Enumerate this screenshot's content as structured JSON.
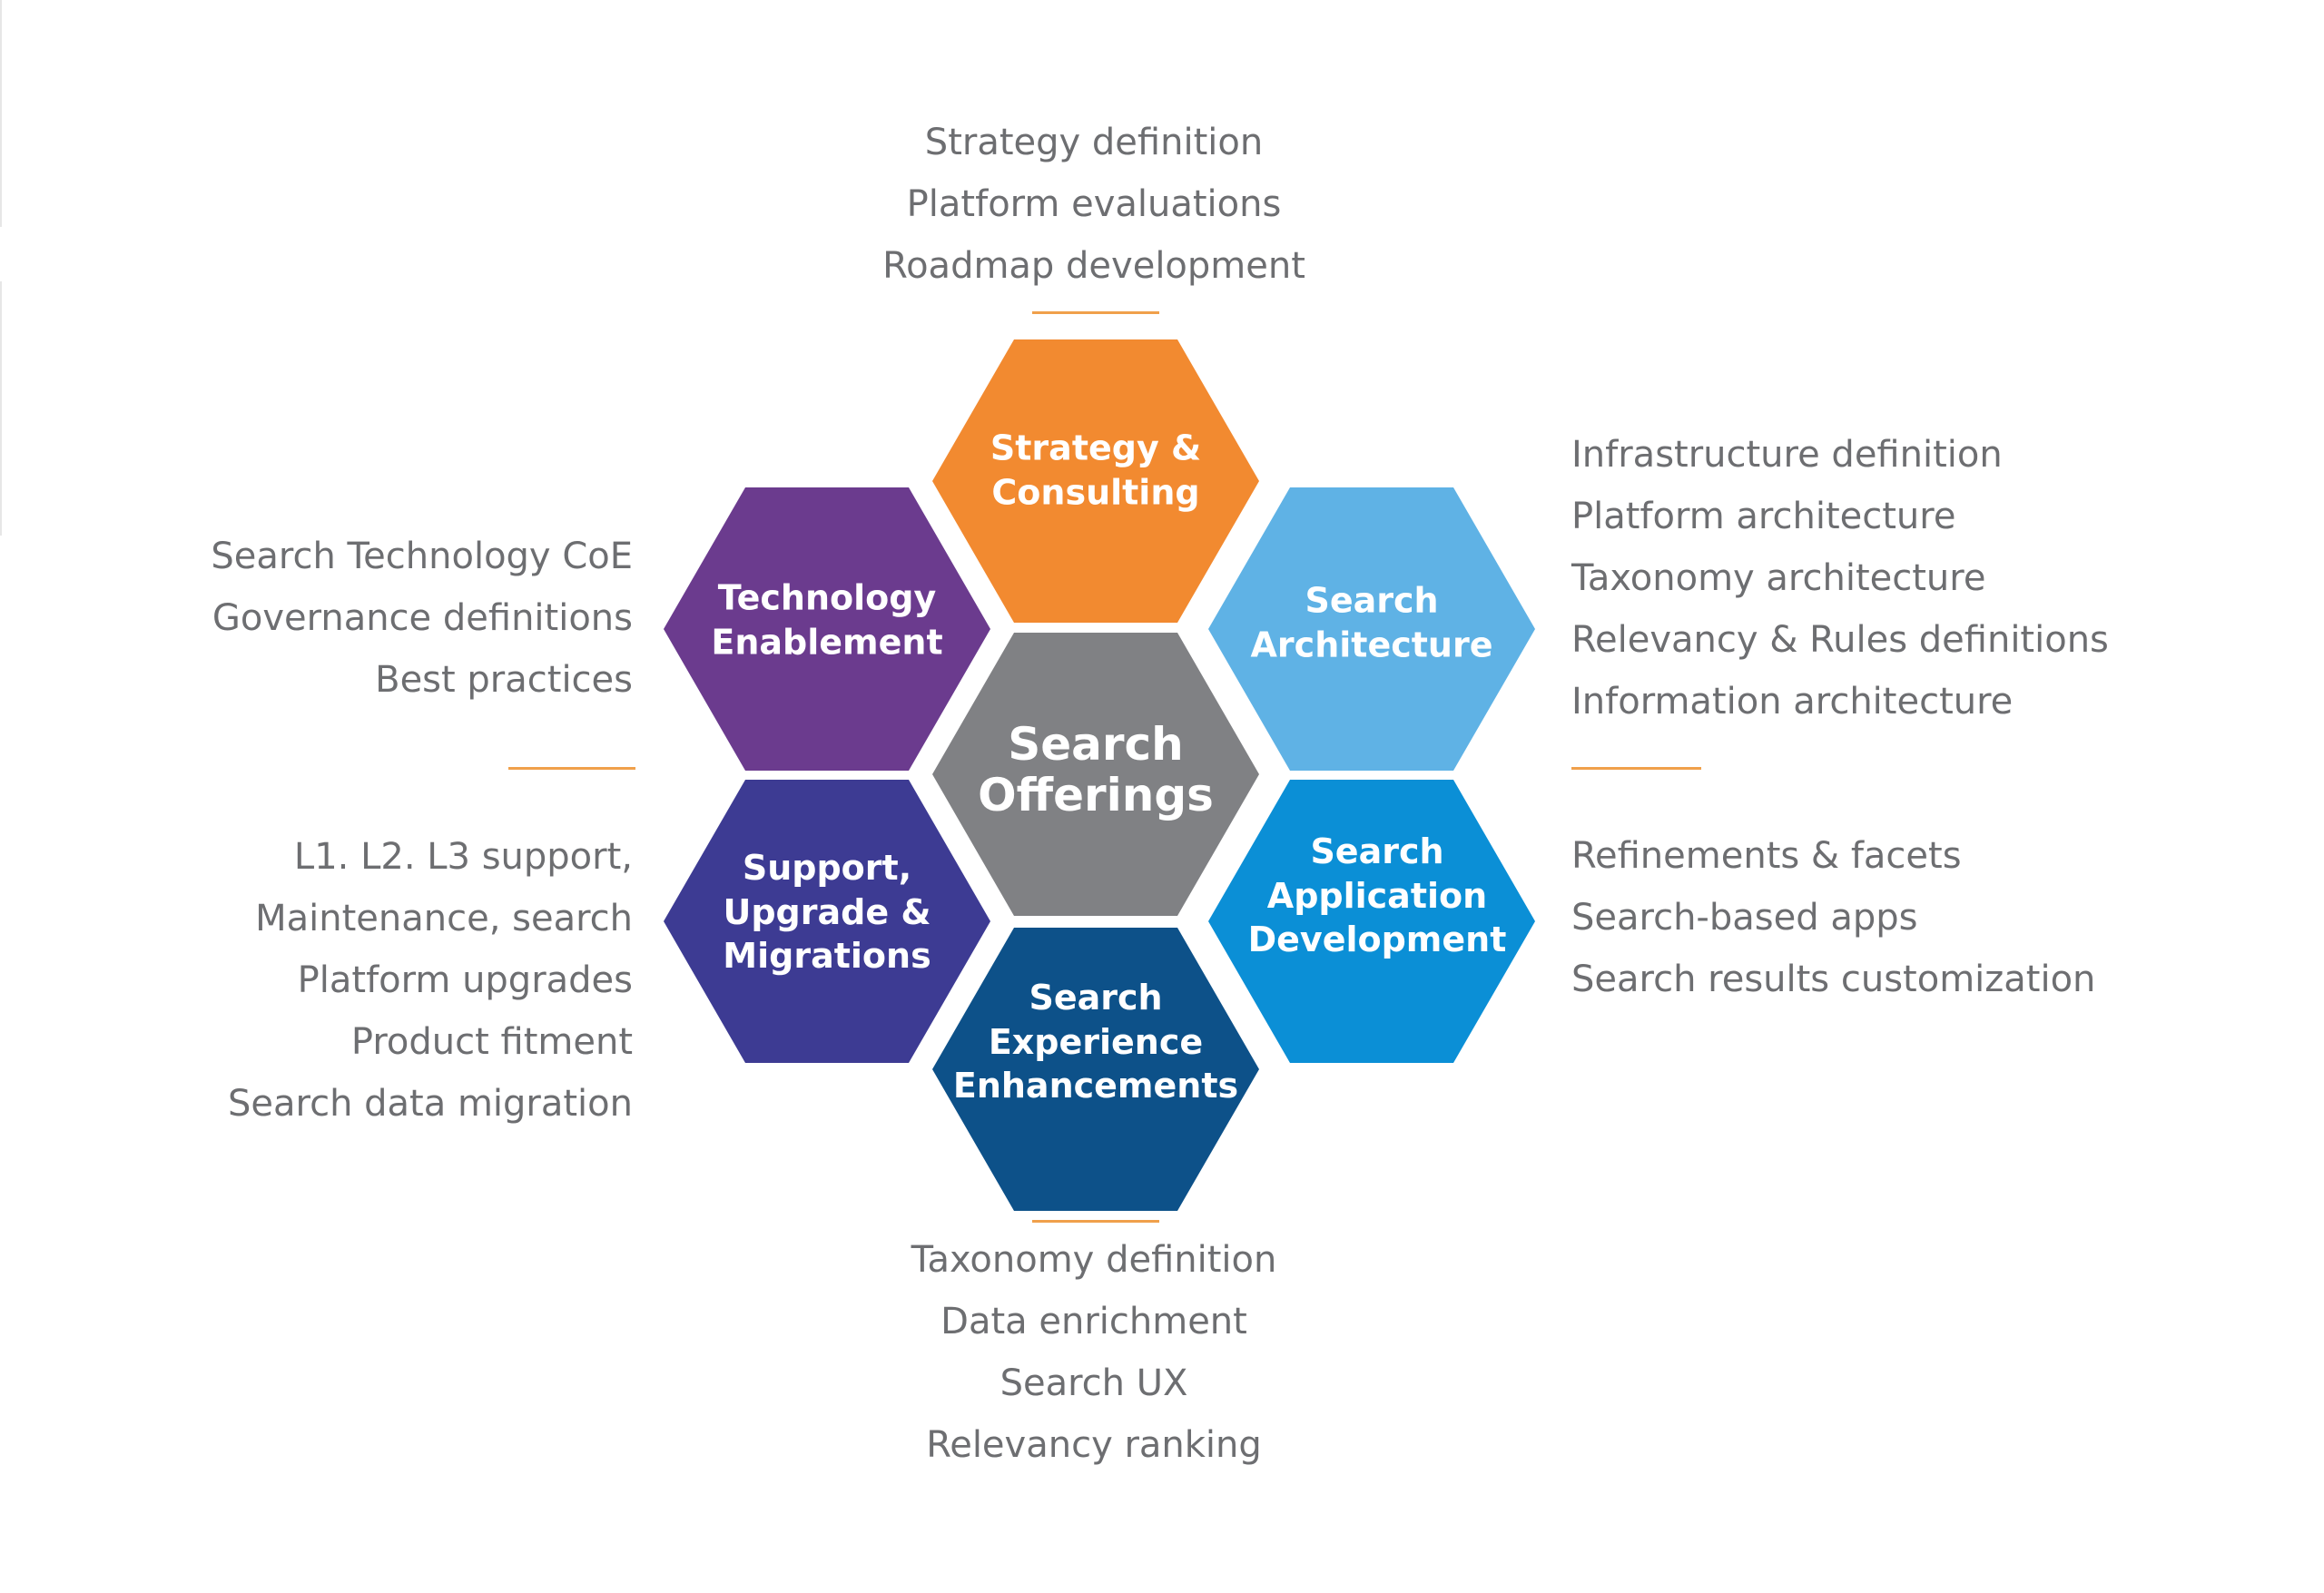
{
  "center": {
    "lines": [
      "Search",
      "Offerings"
    ],
    "color": "#808184"
  },
  "hexes": [
    {
      "id": "strategy",
      "lines": [
        "Strategy &",
        "Consulting"
      ],
      "color": "#f28a30"
    },
    {
      "id": "architecture",
      "lines": [
        "Search",
        "Architecture"
      ],
      "color": "#5fb2e5"
    },
    {
      "id": "appdev",
      "lines": [
        "Search",
        "Application",
        "Development"
      ],
      "color": "#0b8fd6"
    },
    {
      "id": "experience",
      "lines": [
        "Search",
        "Experience",
        "Enhancements"
      ],
      "color": "#0d5189"
    },
    {
      "id": "support",
      "lines": [
        "Support,",
        "Upgrade &",
        "Migrations"
      ],
      "color": "#3d3b93"
    },
    {
      "id": "technology",
      "lines": [
        "Technology",
        "Enablement"
      ],
      "color": "#6b3b8e"
    }
  ],
  "groups": {
    "top": [
      "Strategy definition",
      "Platform evaluations",
      "Roadmap development"
    ],
    "right_top": [
      "Infrastructure definition",
      "Platform architecture",
      "Taxonomy architecture",
      "Relevancy & Rules definitions",
      "Information architecture"
    ],
    "right_bottom": [
      "Refinements & facets",
      "Search-based apps",
      "Search results customization"
    ],
    "bottom": [
      "Taxonomy definition",
      "Data enrichment",
      "Search UX",
      "Relevancy ranking"
    ],
    "left_bottom": [
      "L1. L2. L3 support,",
      "Maintenance, search",
      "Platform upgrades",
      "Product fitment",
      "Search data migration"
    ],
    "left_top": [
      "Search Technology CoE",
      "Governance definitions",
      "Best practices"
    ]
  },
  "colors": {
    "text": "#6d6e71",
    "rule": "#f0a04b",
    "label": "#ffffff"
  }
}
